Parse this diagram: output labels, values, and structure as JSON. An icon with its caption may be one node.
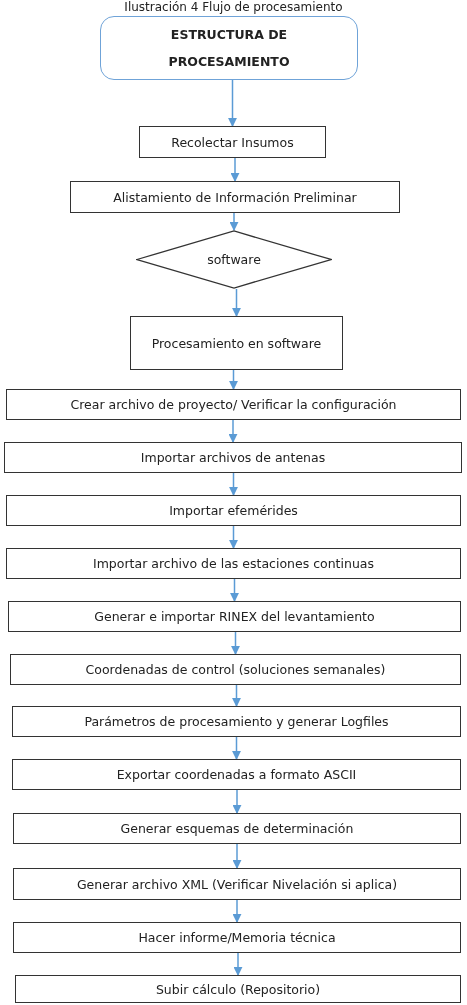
{
  "diagram": {
    "title": "Ilustración 4 Flujo de procesamiento",
    "nodes": [
      {
        "text": [
          "ESTRUCTURA DE PROCESAMIENTO"
        ]
      },
      {
        "text": [
          "Recolectar Insumos"
        ]
      },
      {
        "text": [
          "Alistamiento de Información Preliminar"
        ]
      },
      {
        "text": [
          "software"
        ]
      },
      {
        "text": [
          "Procesamiento en software"
        ]
      },
      {
        "text": [
          "Crear archivo de proyecto/ Verificar la configuración"
        ]
      },
      {
        "text": [
          "Importar archivos de antenas"
        ]
      },
      {
        "text": [
          "Importar efemérides"
        ]
      },
      {
        "text": [
          "Importar archivo de las estaciones continuas"
        ]
      },
      {
        "text": [
          "Generar e importar RINEX del levantamiento"
        ]
      },
      {
        "text": [
          "Coordenadas de control (soluciones semanales)"
        ]
      },
      {
        "text": [
          "Parámetros de procesamiento y generar Logfiles"
        ]
      },
      {
        "text": [
          "Exportar coordenadas a formato ASCII"
        ]
      },
      {
        "text": [
          "Generar esquemas de determinación"
        ]
      },
      {
        "text": [
          "Generar archivo XML (Verificar Nivelación si aplica)"
        ]
      },
      {
        "text": [
          "Hacer informe/Memoria técnica"
        ]
      },
      {
        "text": [
          "Subir cálculo (Repositorio)"
        ]
      }
    ],
    "edges": [
      {
        "from": 0,
        "to": 1,
        "arrow": "to"
      },
      {
        "from": 1,
        "to": 2,
        "arrow": "to"
      },
      {
        "from": 2,
        "to": 3,
        "arrow": "to"
      },
      {
        "from": 3,
        "to": 4,
        "arrow": "to"
      },
      {
        "from": 4,
        "to": 5,
        "arrow": "to"
      },
      {
        "from": 5,
        "to": 6,
        "arrow": "to"
      },
      {
        "from": 6,
        "to": 7,
        "arrow": "to"
      },
      {
        "from": 7,
        "to": 8,
        "arrow": "to"
      },
      {
        "from": 8,
        "to": 9,
        "arrow": "to"
      },
      {
        "from": 9,
        "to": 10,
        "arrow": "to"
      },
      {
        "from": 10,
        "to": 11,
        "arrow": "to"
      },
      {
        "from": 11,
        "to": 12,
        "arrow": "to"
      },
      {
        "from": 12,
        "to": 13,
        "arrow": "to"
      },
      {
        "from": 13,
        "to": 14,
        "arrow": "to"
      },
      {
        "from": 14,
        "to": 15,
        "arrow": "to"
      },
      {
        "from": 15,
        "to": 16,
        "arrow": "to"
      }
    ]
  }
}
